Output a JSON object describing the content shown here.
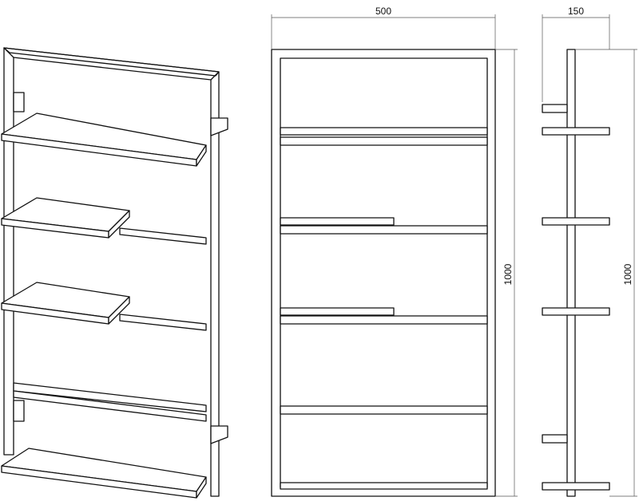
{
  "dimensions": {
    "width_label": "500",
    "depth_label": "150",
    "height_label_front": "1000",
    "height_label_side": "1000"
  }
}
